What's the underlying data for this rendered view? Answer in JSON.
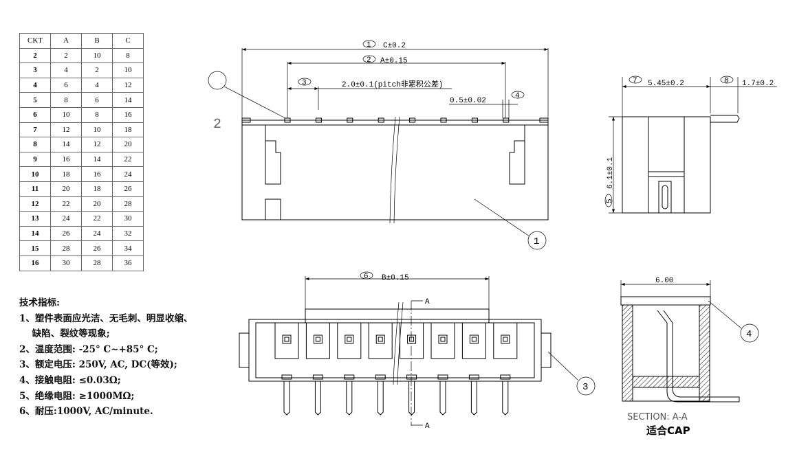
{
  "table": {
    "headers": [
      "CKT",
      "A",
      "B",
      "C"
    ],
    "rows": [
      [
        "2",
        "2",
        "10",
        "8"
      ],
      [
        "3",
        "4",
        "2",
        "10"
      ],
      [
        "4",
        "6",
        "4",
        "12"
      ],
      [
        "5",
        "8",
        "6",
        "14"
      ],
      [
        "6",
        "10",
        "8",
        "16"
      ],
      [
        "7",
        "12",
        "10",
        "18"
      ],
      [
        "8",
        "14",
        "12",
        "20"
      ],
      [
        "9",
        "16",
        "14",
        "22"
      ],
      [
        "10",
        "18",
        "16",
        "24"
      ],
      [
        "11",
        "20",
        "18",
        "26"
      ],
      [
        "12",
        "22",
        "20",
        "28"
      ],
      [
        "13",
        "24",
        "22",
        "30"
      ],
      [
        "14",
        "26",
        "24",
        "32"
      ],
      [
        "15",
        "28",
        "26",
        "34"
      ],
      [
        "16",
        "30",
        "28",
        "36"
      ]
    ]
  },
  "specs": {
    "title": "技术指标:",
    "items": [
      "1、塑件表面应光洁、无毛刺、明显收缩、",
      "    缺陷、裂纹等现象;",
      "2、温度范围: -25° C~+85° C;",
      "3、额定电压: 250V, AC, DC(等效);",
      "4、接触电阻: ≤0.03Ω;",
      "5、绝缘电阻: ≥1000MΩ;",
      "6、耐压:1000V, AC/minute."
    ]
  },
  "dims": {
    "c": "C±0.2",
    "a": "A±0.15",
    "pitch": "2.0±0.1(pitch非累积公差)",
    "pin_w": "0.5±0.02",
    "b": "B±0.15",
    "side_w": "5.45±0.2",
    "tail": "1.7±0.2",
    "height": "6.1±0.1",
    "section_w": "6.00"
  },
  "balloons": {
    "b1": "1",
    "b2": "2",
    "b3": "3",
    "b4": "4",
    "b5": "5",
    "b6": "6",
    "b7": "7",
    "b8": "8"
  },
  "labels": {
    "view_number": "2",
    "section_marker": "A",
    "section_title": "SECTION: A-A",
    "cap": "适合CAP"
  }
}
